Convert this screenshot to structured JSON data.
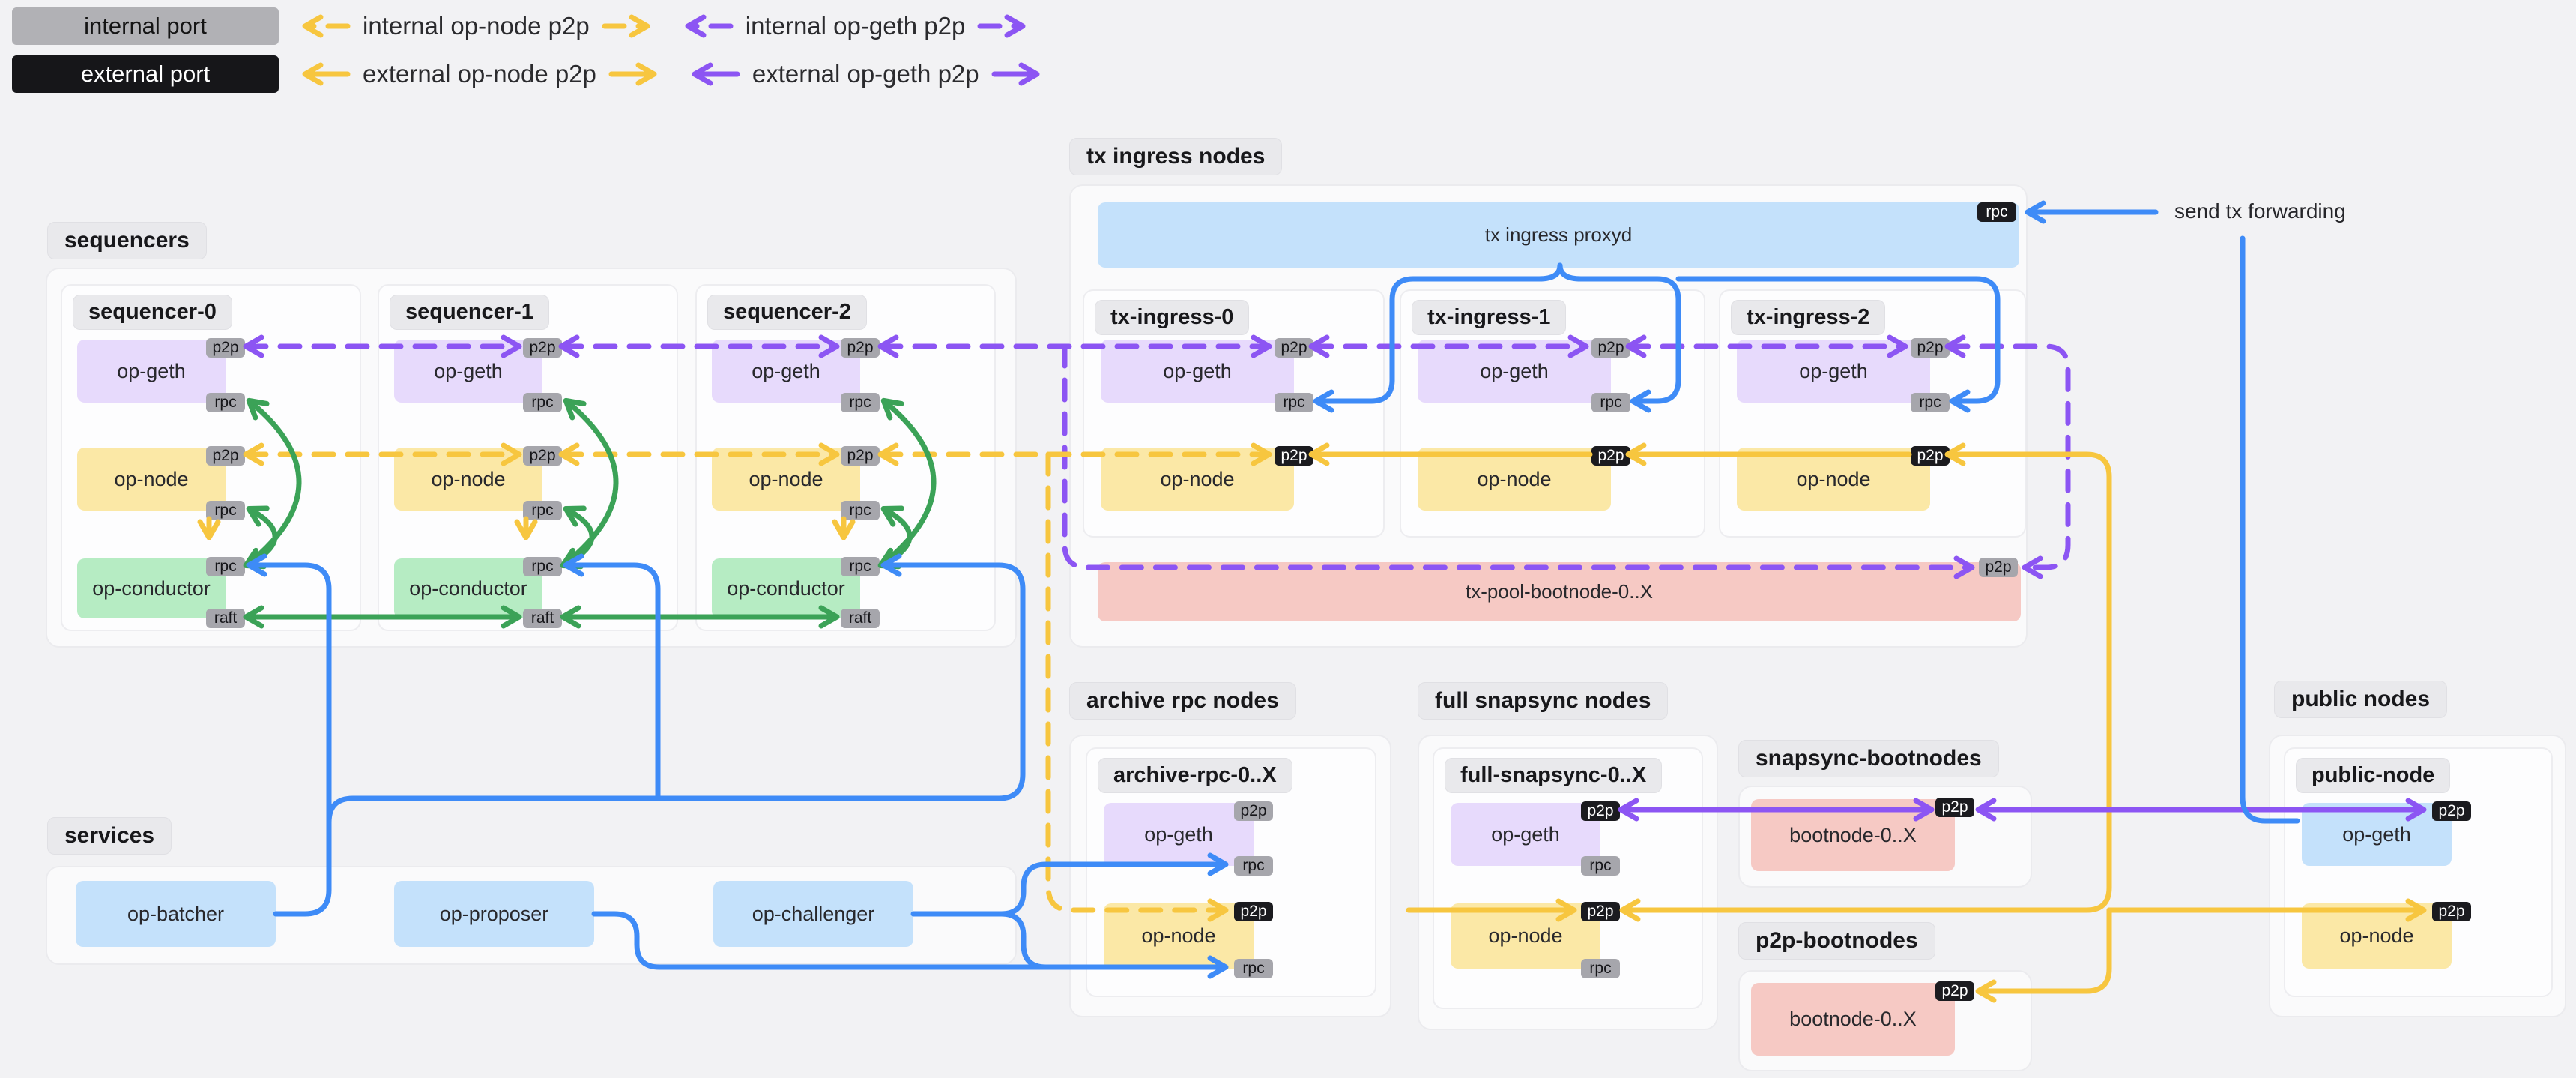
{
  "legend": {
    "internal_port": "internal port",
    "external_port": "external port",
    "internal_op_node_p2p": "internal op-node p2p",
    "internal_op_geth_p2p": "internal op-geth p2p",
    "external_op_node_p2p": "external op-node p2p",
    "external_op_geth_p2p": "external op-geth p2p"
  },
  "annotations": {
    "send_tx_forwarding": "send tx forwarding"
  },
  "port_labels": {
    "p2p": "p2p",
    "rpc": "rpc",
    "raft": "raft"
  },
  "groups": {
    "sequencers": {
      "label": "sequencers",
      "nodes": [
        {
          "label": "sequencer-0",
          "components": {
            "geth": "op-geth",
            "node": "op-node",
            "conductor": "op-conductor"
          }
        },
        {
          "label": "sequencer-1",
          "components": {
            "geth": "op-geth",
            "node": "op-node",
            "conductor": "op-conductor"
          }
        },
        {
          "label": "sequencer-2",
          "components": {
            "geth": "op-geth",
            "node": "op-node",
            "conductor": "op-conductor"
          }
        }
      ]
    },
    "tx_ingress": {
      "label": "tx ingress nodes",
      "proxyd": "tx ingress proxyd",
      "pool": "tx-pool-bootnode-0..X",
      "nodes": [
        {
          "label": "tx-ingress-0",
          "components": {
            "geth": "op-geth",
            "node": "op-node"
          }
        },
        {
          "label": "tx-ingress-1",
          "components": {
            "geth": "op-geth",
            "node": "op-node"
          }
        },
        {
          "label": "tx-ingress-2",
          "components": {
            "geth": "op-geth",
            "node": "op-node"
          }
        }
      ]
    },
    "archive": {
      "label": "archive rpc nodes",
      "node": {
        "label": "archive-rpc-0..X",
        "components": {
          "geth": "op-geth",
          "node": "op-node"
        }
      }
    },
    "full_snapsync": {
      "label": "full snapsync nodes",
      "node": {
        "label": "full-snapsync-0..X",
        "components": {
          "geth": "op-geth",
          "node": "op-node"
        }
      }
    },
    "snapsync_bootnodes": {
      "label": "snapsync-bootnodes",
      "node": "bootnode-0..X"
    },
    "p2p_bootnodes": {
      "label": "p2p-bootnodes",
      "node": "bootnode-0..X"
    },
    "public": {
      "label": "public nodes",
      "node": {
        "label": "public-node",
        "components": {
          "geth": "op-geth",
          "node": "op-node"
        }
      }
    },
    "services": {
      "label": "services",
      "items": [
        "op-batcher",
        "op-proposer",
        "op-challenger"
      ]
    }
  },
  "colors": {
    "internal_port": "#b1b1b5",
    "external_port": "#161619",
    "op_node_arrow": "#f7c63f",
    "op_geth_arrow": "#8c55f3",
    "conductor_arrow": "#3ba257",
    "service_arrow": "#3e8bf7",
    "op_geth_box": "#e7dafc",
    "op_node_box": "#fbe8a6",
    "conductor_box": "#b6ecc3",
    "service_box": "#c4e1fb",
    "bootnode_box": "#f6c9c4"
  }
}
